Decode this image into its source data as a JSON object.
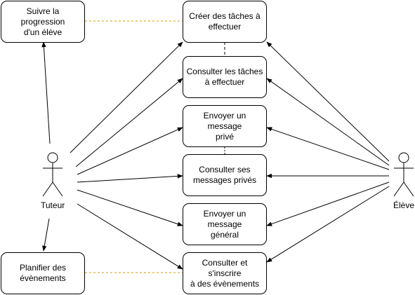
{
  "actors": {
    "tutor": "Tuteur",
    "student": "Élève"
  },
  "use_cases": {
    "suivre": "Suivre la progression\nd'un élève",
    "planifier": "Planifier des\névènements",
    "creer": "Créer des tâches à\neffectuer",
    "consulter_taches": "Consulter les tâches\nà effectuer",
    "envoyer_prive": "Envoyer un message\nprivé",
    "consulter_messages": "Consulter ses\nmessages privés",
    "envoyer_general": "Envoyer un message\ngénéral",
    "consulter_evenements": "Consulter et s'inscrire\nà des évènements"
  },
  "colors": {
    "line": "#000000",
    "link_dashed": "#d79b00",
    "background": "#ffffff"
  }
}
